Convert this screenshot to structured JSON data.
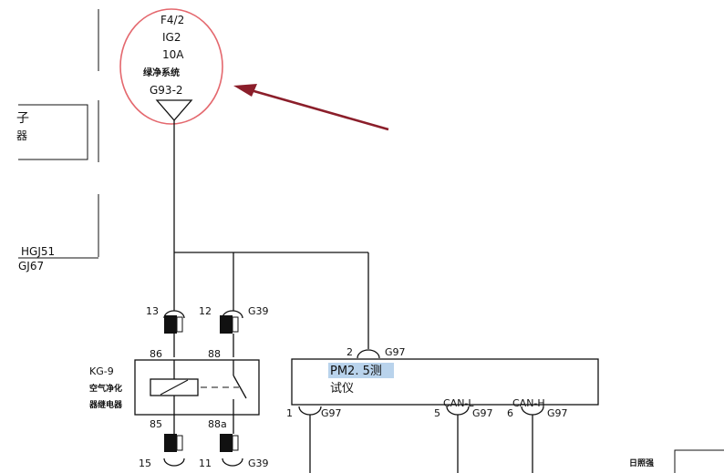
{
  "fuse": {
    "id": "F4/2",
    "circuit": "IG2",
    "rating": "10A",
    "system": "绿净系统",
    "connector": "G93-2"
  },
  "left_box": {
    "line1": "子",
    "line2": "器"
  },
  "left_labels": {
    "hgj51": "HGJ51",
    "gj67": "GJ67"
  },
  "relay": {
    "id": "KG-9",
    "name_line1": "空气净化",
    "name_line2": "器继电器",
    "pin86": "86",
    "pin88": "88",
    "pin85": "85",
    "pin88a": "88a"
  },
  "connectors": {
    "c13_num": "13",
    "c12_num": "12",
    "c12_name": "G39",
    "c15_num": "15",
    "c11_num": "11",
    "c11_name": "G39"
  },
  "pm25": {
    "title_line1": "PM2. 5测",
    "title_line2": "试仪",
    "pin2_num": "2",
    "pin2_name": "G97",
    "pin1_num": "1",
    "pin1_name": "G97",
    "can_l": "CAN-L",
    "can_l_num": "5",
    "can_l_name": "G97",
    "can_h": "CAN-H",
    "can_h_num": "6",
    "can_h_name": "G97"
  },
  "corner": {
    "label": "日照强"
  },
  "colors": {
    "highlight": "#e4686e",
    "arrow": "#8b1e2a",
    "pm25_select": "#b9d3ec"
  }
}
